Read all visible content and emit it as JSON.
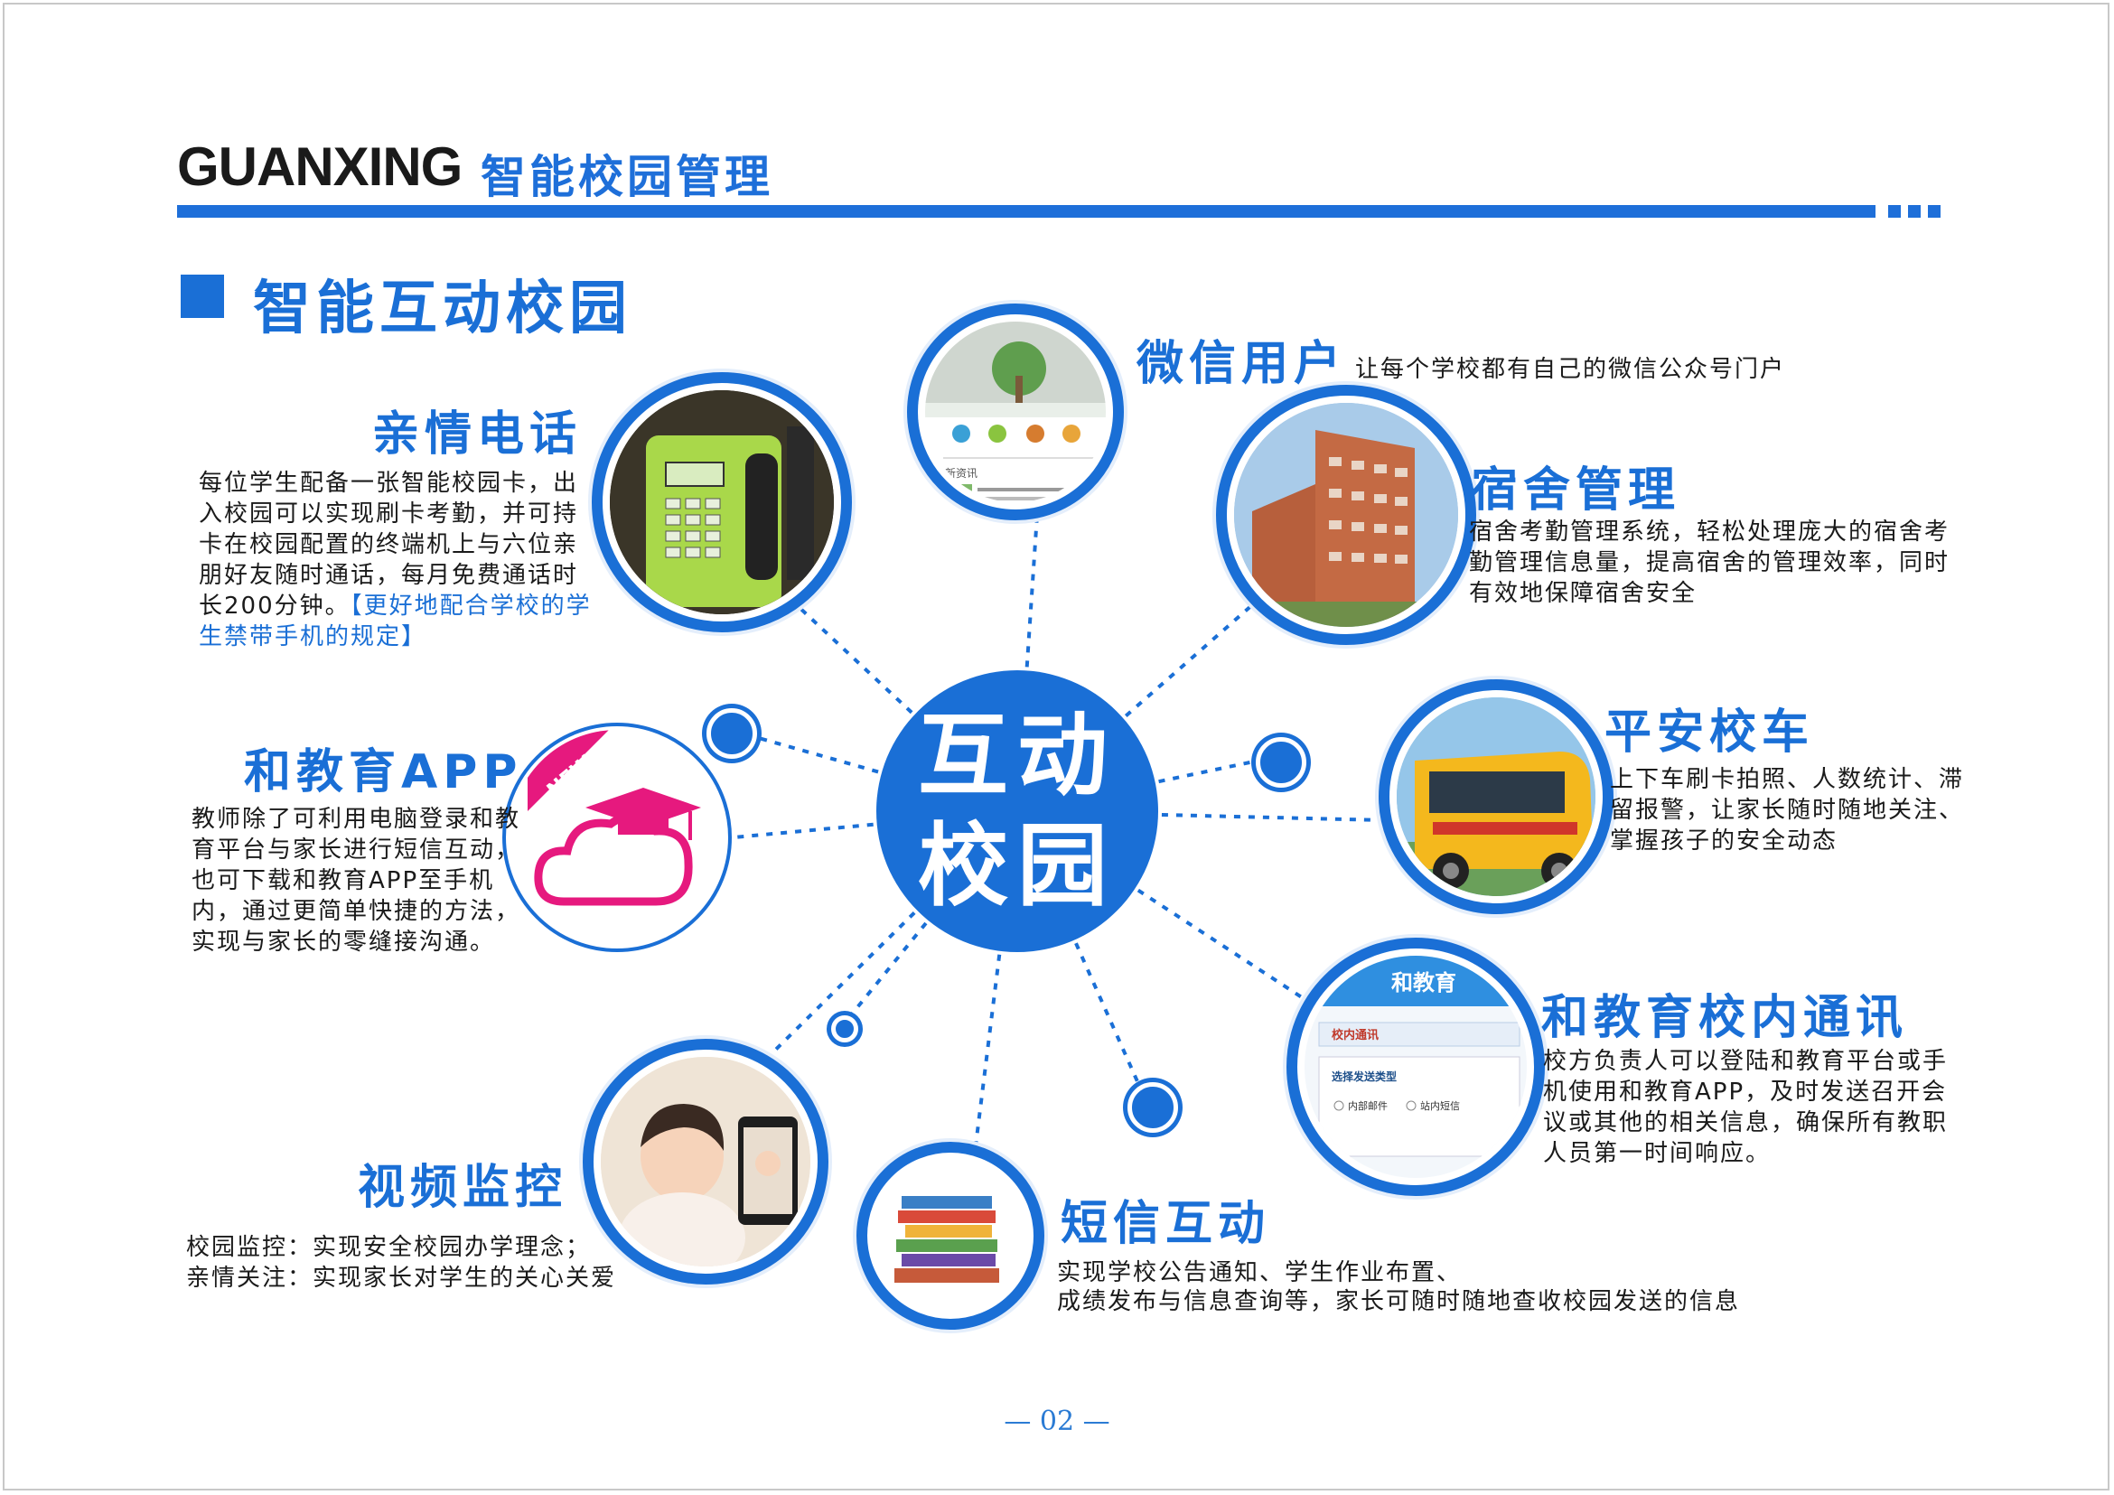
{
  "header": {
    "brand": "GUANXING",
    "subtitle": "智能校园管理"
  },
  "section": {
    "title": "智能互动校园"
  },
  "center": {
    "line1": "互动",
    "line2": "校园"
  },
  "nodes": {
    "phone": {
      "title": "亲情电话",
      "desc": "每位学生配备一张智能校园卡，出入校园可以实现刷卡考勤，并可持卡在校园配置的终端机上与六位亲朋好友随时通话，每月免费通话时长200分钟。",
      "highlight": "【更好地配合学校的学生禁带手机的规定】"
    },
    "wechat": {
      "title": "微信用户",
      "desc": "让每个学校都有自己的微信公众号门户",
      "screen_news": "新资讯"
    },
    "dorm": {
      "title": "宿舍管理",
      "desc": "宿舍考勤管理系统，轻松处理庞大的宿舍考勤管理信息量，提高宿舍的管理效率，同时有效地保障宿舍安全"
    },
    "app": {
      "title": "和教育APP",
      "desc": "教师除了可利用电脑登录和教育平台与家长进行短信互动，也可下载和教育APP至手机内，通过更简单快捷的方法，实现与家长的零缝接沟通。",
      "badge": "NEW"
    },
    "bus": {
      "title": "平安校车",
      "desc": "上下车刷卡拍照、人数统计、滞留报警，让家长随时随地关注、掌握孩子的安全动态"
    },
    "comm": {
      "title": "和教育校内通讯",
      "desc": "校方负责人可以登陆和教育平台或手机使用和教育APP，及时发送召开会议或其他的相关信息，确保所有教职人员第一时间响应。",
      "screen_brand": "和教育",
      "screen_tab": "校内通讯",
      "screen_label": "选择发送类型",
      "screen_opt1": "内部邮件",
      "screen_opt2": "站内短信"
    },
    "video": {
      "title": "视频监控",
      "line1": "校园监控：实现安全校园办学理念；",
      "line2": "亲情关注：实现家长对学生的关心关爱"
    },
    "sms": {
      "title": "短信互动",
      "line1": "实现学校公告通知、学生作业布置、",
      "line2": "成绩发布与信息查询等，家长可随时随地查收校园发送的信息"
    }
  },
  "footer": {
    "page": "— 02 —"
  },
  "colors": {
    "accent": "#1a6fd6",
    "text": "#1a1a1a",
    "app_pink": "#e6197e"
  }
}
